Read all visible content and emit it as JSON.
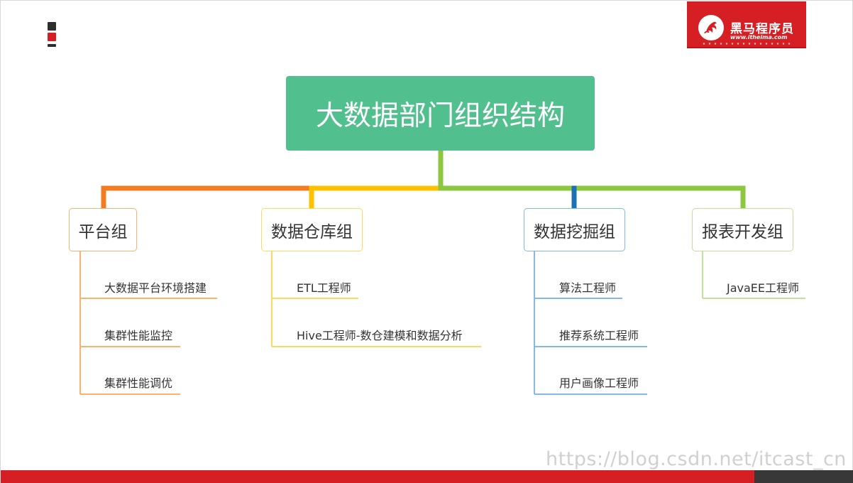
{
  "title": "大数据部门组织结构",
  "logo": {
    "name": "黑马程序员",
    "url": "www.itheima.com"
  },
  "groups": [
    {
      "name": "平台组",
      "items": [
        "大数据平台环境搭建",
        "集群性能监控",
        "集群性能调优"
      ],
      "color": "#f47c20"
    },
    {
      "name": "数据仓库组",
      "items": [
        "ETL工程师",
        "Hive工程师-数仓建模和数据分析"
      ],
      "color": "#ffc000"
    },
    {
      "name": "数据挖掘组",
      "items": [
        "算法工程师",
        "推荐系统工程师",
        "用户画像工程师"
      ],
      "color": "#1f6fb5"
    },
    {
      "name": "报表开发组",
      "items": [
        "JavaEE工程师"
      ],
      "color": "#8dc63f"
    }
  ],
  "watermark": "https://blog.csdn.net/itcast_cn",
  "colors": {
    "root": "#52c08e",
    "brand": "#d51f24"
  }
}
